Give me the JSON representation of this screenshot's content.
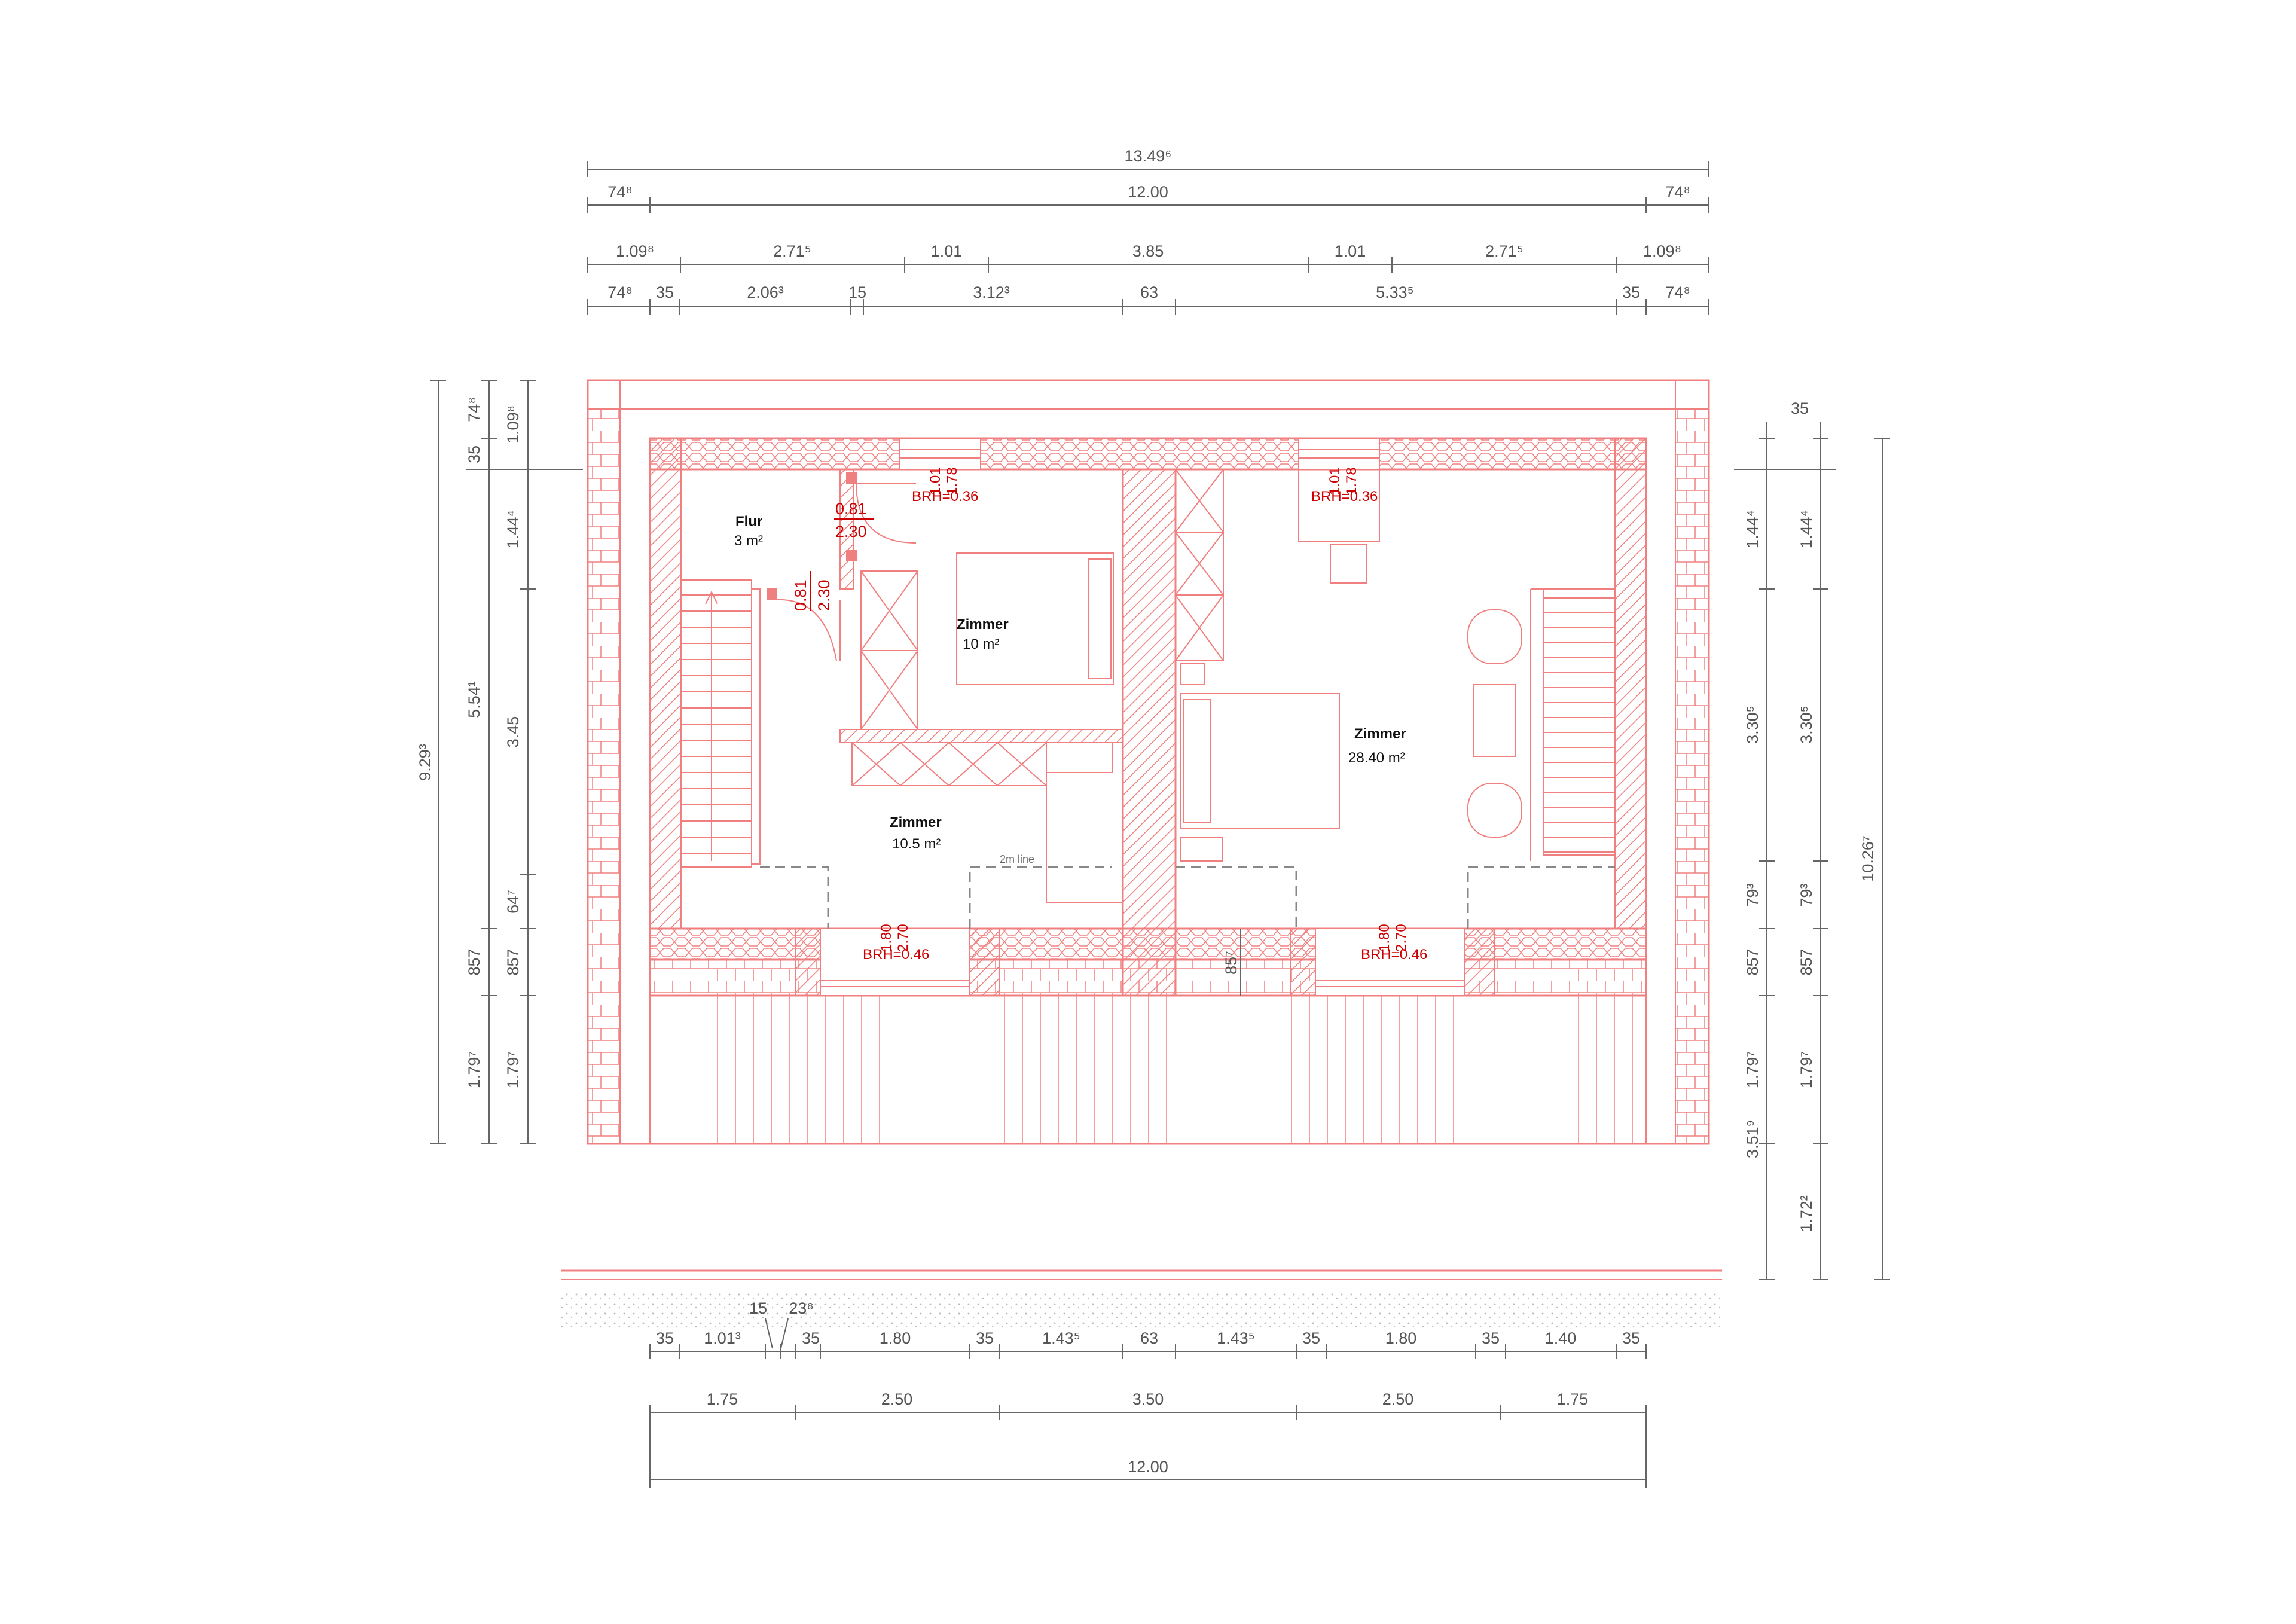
{
  "colors": {
    "wall": "#f08080",
    "dim": "#666666",
    "label_red": "#cc0000",
    "text": "#111111",
    "background": "#ffffff"
  },
  "dims_top": {
    "row1": {
      "total": "13.49⁶"
    },
    "row2": {
      "left": "74⁸",
      "mid": "12.00",
      "right": "74⁸"
    },
    "row3": [
      "1.09⁸",
      "2.71⁵",
      "1.01",
      "3.85",
      "1.01",
      "2.71⁵",
      "1.09⁸"
    ],
    "row4": [
      "74⁸",
      "35",
      "2.06³",
      "15",
      "3.12³",
      "63",
      "5.33⁵",
      "35",
      "74⁸"
    ]
  },
  "dims_bottom": {
    "row1": [
      "35",
      "1.01³",
      "35",
      "1.80",
      "35",
      "1.43⁵",
      "63",
      "1.43⁵",
      "35",
      "1.80",
      "35",
      "1.40",
      "35"
    ],
    "extra": [
      "15",
      "23⁸"
    ],
    "row2": [
      "1.75",
      "2.50",
      "3.50",
      "2.50",
      "1.75"
    ],
    "row3": {
      "total": "12.00"
    }
  },
  "dims_left": {
    "total": "9.29³",
    "col2": [
      "74⁸",
      "35",
      "5.54¹",
      "857",
      "1.79⁷"
    ],
    "col3": [
      "1.09⁸",
      "1.44⁴",
      "3.45",
      "64⁷",
      "857",
      "1.79⁷"
    ]
  },
  "dims_right": {
    "top": "35",
    "col1": [
      "1.44⁴",
      "3.30⁵",
      "79³",
      "857",
      "1.79⁷",
      "3.51⁹"
    ],
    "col2": [
      "1.44⁴",
      "3.30⁵",
      "79³",
      "857",
      "1.79⁷",
      "1.72²"
    ],
    "total": "10.26⁷"
  },
  "rooms": {
    "flur": {
      "name": "Flur",
      "area": "3 m²"
    },
    "zimmer_small": {
      "name": "Zimmer",
      "area": "10 m²"
    },
    "zimmer_mid": {
      "name": "Zimmer",
      "area": "10.5 m²"
    },
    "zimmer_large": {
      "name": "Zimmer",
      "area": "28.40 m²"
    }
  },
  "openings": {
    "win_top_left": {
      "w": "1.01",
      "h": "1.78",
      "brh": "BRH=0.36"
    },
    "win_top_right": {
      "w": "1.01",
      "h": "1.78",
      "brh": "BRH=0.36"
    },
    "win_bottom_left": {
      "w": "1.80",
      "h": "2.70",
      "brh": "BRH=0.46"
    },
    "win_bottom_right": {
      "w": "1.80",
      "h": "2.70",
      "brh": "BRH=0.46"
    },
    "door_h": {
      "w": "0.81",
      "h": "2.30"
    },
    "door_v": {
      "w": "0.81",
      "h": "2.30"
    },
    "wall_dim": "85⁷"
  },
  "notes": {
    "two_m_line": "2m line"
  }
}
